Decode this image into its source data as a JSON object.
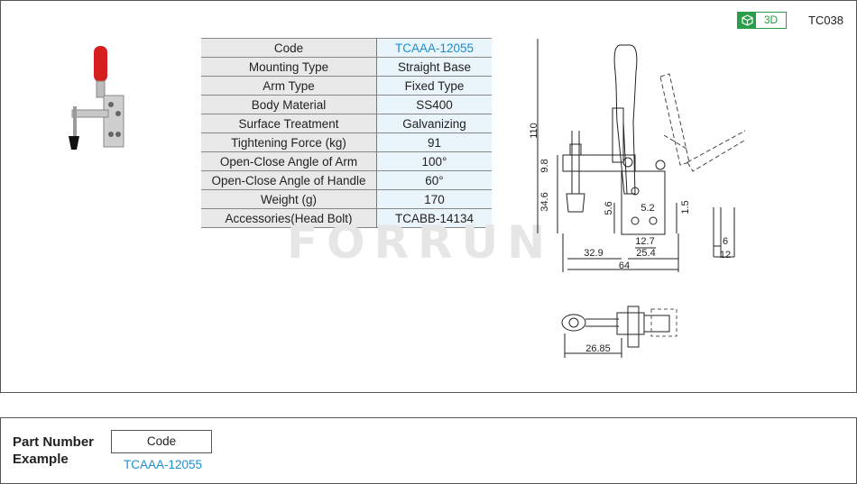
{
  "header": {
    "badge_3d": "3D",
    "part_id": "TC038",
    "icon": "cube-icon"
  },
  "specs": [
    {
      "label": "Code",
      "value": "TCAAA-12055"
    },
    {
      "label": "Mounting Type",
      "value": "Straight Base"
    },
    {
      "label": "Arm Type",
      "value": "Fixed Type"
    },
    {
      "label": "Body Material",
      "value": "SS400"
    },
    {
      "label": "Surface Treatment",
      "value": "Galvanizing"
    },
    {
      "label": "Tightening Force (kg)",
      "value": "91"
    },
    {
      "label": "Open-Close Angle of Arm",
      "value": "100°"
    },
    {
      "label": "Open-Close  Angle of Handle",
      "value": "60°"
    },
    {
      "label": "Weight (g)",
      "value": "170"
    },
    {
      "label": "Accessories(Head Bolt)",
      "value": "TCABB-14134"
    }
  ],
  "watermark": "FORRUN",
  "dimensions": {
    "d110": "110",
    "d9_8": "9.8",
    "d34_6": "34.6",
    "d5_6": "5.6",
    "d5_2": "5.2",
    "d1_5": "1.5",
    "d12_7": "12.7",
    "d25_4": "25.4",
    "d32_9": "32.9",
    "d64": "64",
    "d6": "6",
    "d12": "12",
    "d26_85": "26.85"
  },
  "part_number": {
    "title_line1": "Part Number",
    "title_line2": "Example",
    "code_label": "Code",
    "code_value": "TCAAA-12055"
  },
  "colors": {
    "accent_blue": "#1a8fd0",
    "badge_green": "#2a9d4a"
  }
}
